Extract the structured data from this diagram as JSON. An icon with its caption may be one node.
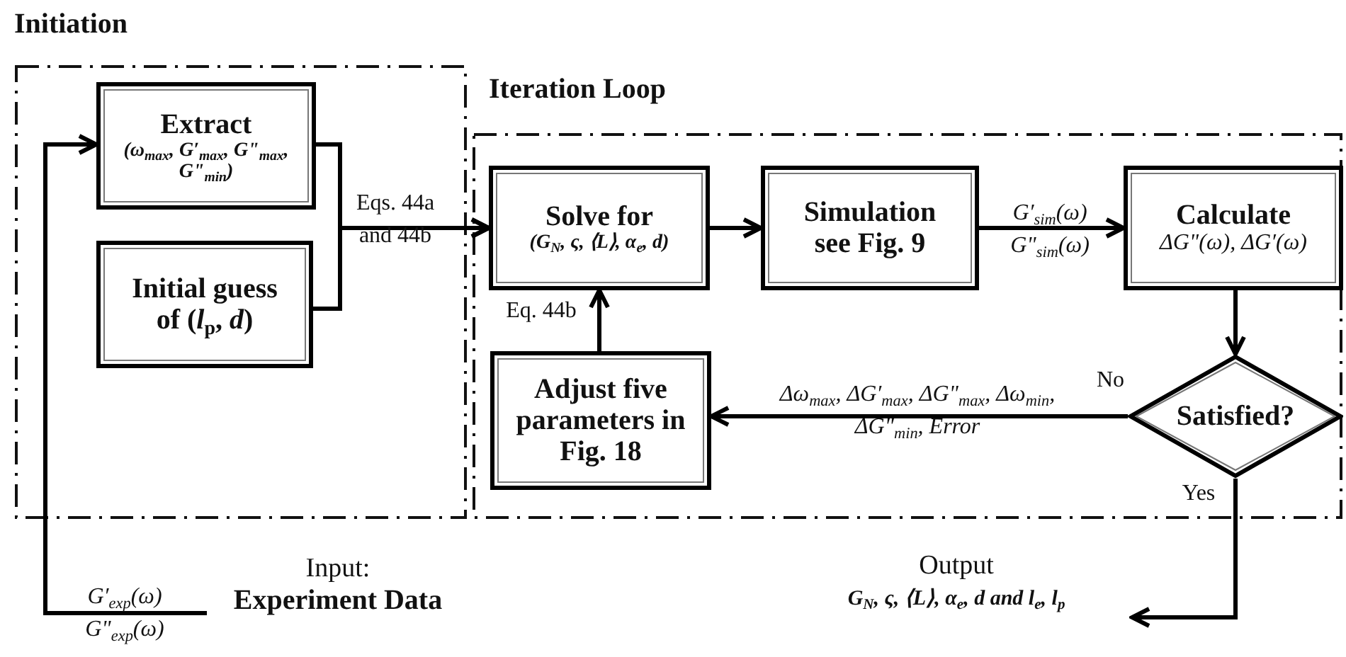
{
  "diagram": {
    "nodes": [
      {
        "text": [
          "Initiation"
        ]
      },
      {
        "text": [
          "Iteration Loop"
        ]
      },
      {
        "text": [
          "Extract",
          "(ω$_{max}$, G′$_{max}$, G\"$_{max}$, G\"$_{min}$)"
        ],
        "in": 0
      },
      {
        "text": [
          "Initial guess of (*l*$_{p}$, *d*)"
        ],
        "in": 0
      },
      {
        "text": [
          "Solve for",
          "(G$_{N}$, ς, ⟨L⟩, α$_{e}$, d)"
        ],
        "in": 1
      },
      {
        "text": [
          "Simulation see Fig. 9"
        ],
        "in": 1
      },
      {
        "text": [
          "Calculate",
          "ΔG\"(ω), ΔG′(ω)"
        ],
        "in": 1
      },
      {
        "text": [
          "Satisfied?"
        ],
        "in": 1,
        "beside": [
          "No"
        ]
      },
      {
        "text": [
          "Adjust five parameters in Fig. 18"
        ],
        "in": 1
      },
      {
        "text": [
          "Output",
          "G$_{N}$, ς, ⟨L⟩, α$_{e}$, d and l$_{e}$, l$_{p}$"
        ]
      },
      {
        "text": [
          "Input:",
          "Experiment Data"
        ]
      }
    ],
    "edges": [
      {
        "from": 10,
        "to": 2,
        "arrow": "to",
        "label": "G′$_{exp}$(ω) G\"$_{exp}$(ω)"
      },
      {
        "from": 2,
        "to": 4,
        "arrow": "to",
        "label": "Eqs. 44a and 44b"
      },
      {
        "from": 3,
        "to": 4,
        "arrow": "to"
      },
      {
        "from": 8,
        "to": 4,
        "arrow": "to",
        "label": "Eq. 44b"
      },
      {
        "from": 4,
        "to": 5,
        "arrow": "to"
      },
      {
        "from": 5,
        "to": 6,
        "arrow": "to",
        "label": "G′$_{sim}$(ω) G\"$_{sim}$(ω)"
      },
      {
        "from": 6,
        "to": 7,
        "arrow": "to"
      },
      {
        "from": 7,
        "to": 8,
        "arrow": "to",
        "label": "Δω$_{max}$, ΔG′$_{max}$, ΔG\"$_{max}$, Δω$_{min}$, ΔG\"$_{min}$, Error"
      },
      {
        "from": 7,
        "to": 9,
        "arrow": "to",
        "label": "Yes"
      }
    ]
  }
}
